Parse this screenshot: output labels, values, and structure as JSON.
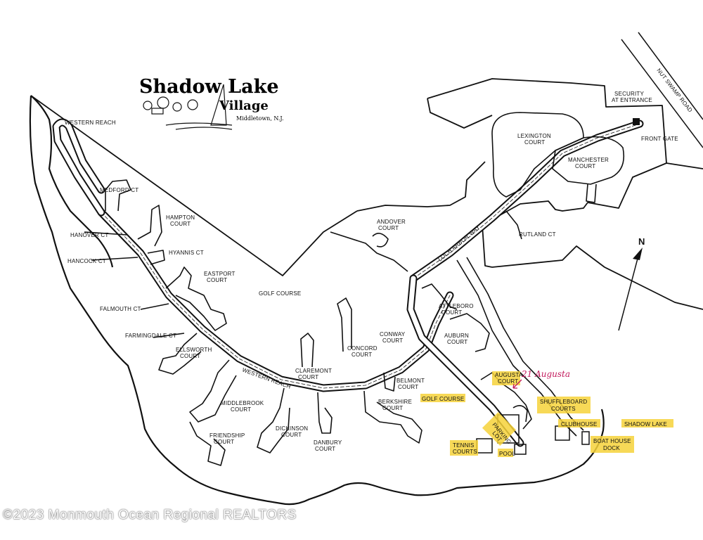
{
  "title": {
    "line1": "Shadow Lake",
    "line2": "Village",
    "location": "Middletown, N.J."
  },
  "streets": {
    "western_reach_top": "WESTERN REACH",
    "western_reach_main": "WESTERN REACH",
    "loch_arbor_way": "LOCH ARBOR WAY",
    "nut_swamp_road": "NUT SWAMP ROAD"
  },
  "courts": {
    "medford": "MEDFORD CT",
    "hampton": [
      "HAMPTON",
      "COURT"
    ],
    "hanover": "HANOVER CT",
    "hyannis": "HYANNIS CT",
    "hancock": "HANCOCK CT",
    "eastport": [
      "EASTPORT",
      "COURT"
    ],
    "falmouth": "FALMOUTH CT",
    "farmingdale": "FARMINGDALE CT",
    "ellsworth": [
      "ELLSWORTH",
      "COURT"
    ],
    "middlebrook": [
      "MIDDLEBROOK",
      "COURT"
    ],
    "friendship": [
      "FRIENDSHIP",
      "COURT"
    ],
    "dickinson": [
      "DICKINSON",
      "COURT"
    ],
    "danbury": [
      "DANBURY",
      "COURT"
    ],
    "claremont": [
      "CLAREMONT",
      "COURT"
    ],
    "concord": [
      "CONCORD",
      "COURT"
    ],
    "conway": [
      "CONWAY",
      "COURT"
    ],
    "belmont": [
      "BELMONT",
      "COURT"
    ],
    "berkshire": [
      "BERKSHIRE",
      "COURT"
    ],
    "andover": [
      "ANDOVER",
      "COURT"
    ],
    "attleboro": [
      "ATTLEBORO",
      "COURT"
    ],
    "auburn": [
      "AUBURN",
      "COURT"
    ],
    "augusta": [
      "AUGUSTA",
      "COURT"
    ],
    "lexington": [
      "LEXINGTON",
      "COURT"
    ],
    "manchester": [
      "MANCHESTER",
      "COURT"
    ],
    "rutland": "RUTLAND CT"
  },
  "places": {
    "golf_course": "GOLF COURSE",
    "golf_course_2": "GOLF COURSE",
    "security": [
      "SECURITY",
      "AT ENTRANCE"
    ],
    "front_gate": "FRONT GATE",
    "shuffleboard": [
      "SHUFFLEBOARD",
      "COURTS"
    ],
    "clubhouse": "CLUBHOUSE",
    "shadow_lake": "SHADOW LAKE",
    "boat_house": [
      "BOAT HOUSE",
      "DOCK"
    ],
    "tennis": [
      "TENNIS",
      "COURTS"
    ],
    "pool": "POOL",
    "parking_lot": [
      "PARKING",
      "LOT"
    ]
  },
  "handwritten_note": "21 Augusta",
  "north": "N",
  "watermark": "©2023 Monmouth Ocean Regional REALTORS",
  "colors": {
    "highlight": "#f6d23a",
    "annotation": "#c2185b",
    "ink": "#111111"
  }
}
